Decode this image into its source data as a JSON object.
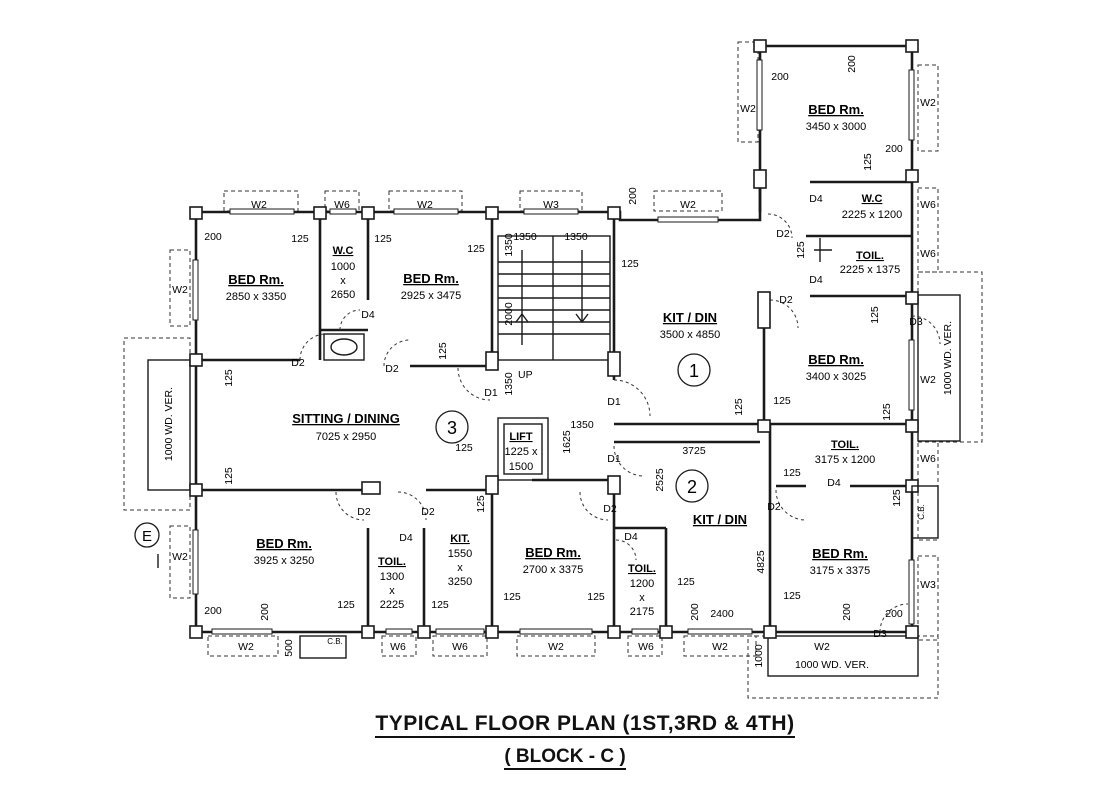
{
  "title": "TYPICAL  FLOOR  PLAN (1ST,3RD & 4TH)",
  "subtitle": "( BLOCK - C )",
  "rooms": [
    {
      "name": "BED Rm.",
      "dims": "2850 x 3350"
    },
    {
      "name": "W.C",
      "dims1": "1000",
      "dims2": "x",
      "dims3": "2650"
    },
    {
      "name": "BED Rm.",
      "dims": "2925 x 3475"
    },
    {
      "name": "KIT / DIN",
      "dims": "3500 x 4850"
    },
    {
      "name": "BED Rm.",
      "dims": "3450 x 3000"
    },
    {
      "name": "W.C",
      "dims": "2225 x 1200"
    },
    {
      "name": "TOIL.",
      "dims": "2225 x 1375"
    },
    {
      "name": "BED Rm.",
      "dims": "3400 x 3025"
    },
    {
      "name": "SITTING / DINING",
      "dims": "7025 x 2950"
    },
    {
      "name": "LIFT",
      "dims1": "1225 x",
      "dims2": "1500"
    },
    {
      "name": "TOIL.",
      "dims": "3175 x 1200"
    },
    {
      "name": "BED Rm.",
      "dims": "3925 x 3250"
    },
    {
      "name": "TOIL.",
      "dims1": "1300",
      "dims2": "x",
      "dims3": "2225"
    },
    {
      "name": "KIT.",
      "dims1": "1550",
      "dims2": "x",
      "dims3": "3250"
    },
    {
      "name": "BED Rm.",
      "dims": "2700 x 3375"
    },
    {
      "name": "TOIL.",
      "dims1": "1200",
      "dims2": "x",
      "dims3": "2175"
    },
    {
      "name": "KIT / DIN",
      "dims": ""
    },
    {
      "name": "BED Rm.",
      "dims": "3175 x 3375"
    }
  ],
  "flats": [
    "1",
    "2",
    "3"
  ],
  "elevation_marker": "E",
  "verandas": [
    "1000 WD. VER.",
    "1000 WD. VER.",
    "1000 WD. VER."
  ],
  "cupboard": "C.B.",
  "up_label": "UP",
  "windows": {
    "w2": "W2",
    "w3": "W3",
    "w6": "W6"
  },
  "doors": {
    "d1": "D1",
    "d2": "D2",
    "d3": "D3",
    "d4": "D4"
  },
  "dims": {
    "d125": "125",
    "d200": "200",
    "d1350": "1350",
    "d2000": "2000",
    "d1625": "1625",
    "d3725": "3725",
    "d2525": "2525",
    "d4825": "4825",
    "d2400": "2400",
    "d1000": "1000",
    "d500": "500"
  }
}
